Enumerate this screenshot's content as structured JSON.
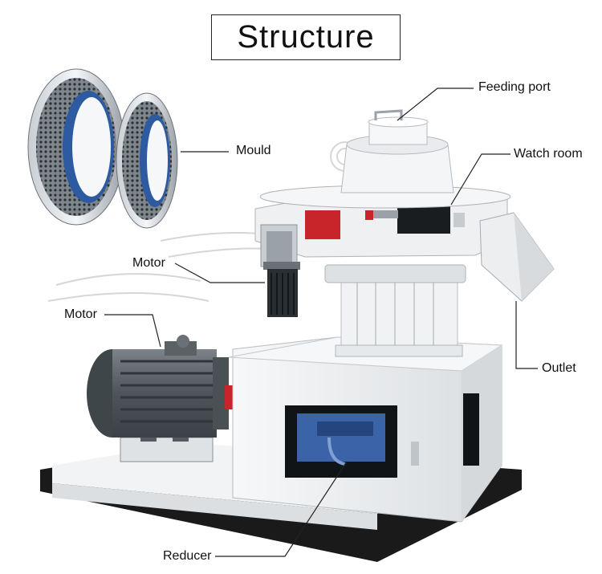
{
  "title": "Structure",
  "labels": {
    "feeding_port": "Feeding port",
    "mould": "Mould",
    "watch_room": "Watch room",
    "motor_upper": "Motor",
    "motor_lower": "Motor",
    "outlet": "Outlet",
    "reducer": "Reducer"
  },
  "colors": {
    "machine_white": "#eef0f2",
    "motor_grey": "#5b6266",
    "base_black": "#1a1a1a",
    "accent_red": "#c8252b",
    "reducer_blue": "#3a63a8"
  }
}
